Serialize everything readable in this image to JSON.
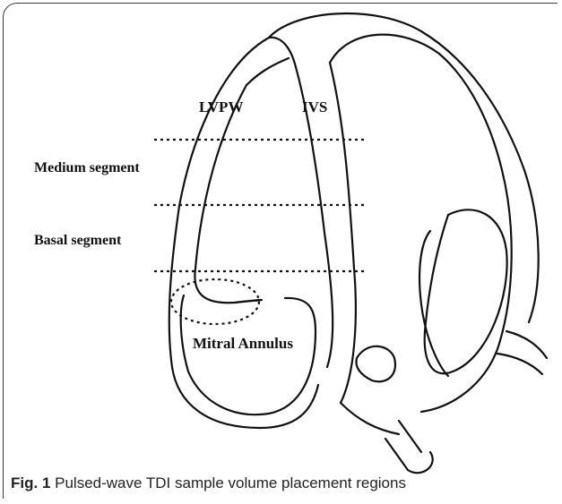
{
  "labels": {
    "lvpw": "LVPW",
    "ivs": "IVS",
    "medium_segment": "Medium segment",
    "basal_segment": "Basal segment",
    "mitral_annulus": "Mitral Annulus"
  },
  "caption": {
    "prefix": "Fig. 1",
    "text": "Pulsed-wave TDI sample volume placement regions"
  }
}
